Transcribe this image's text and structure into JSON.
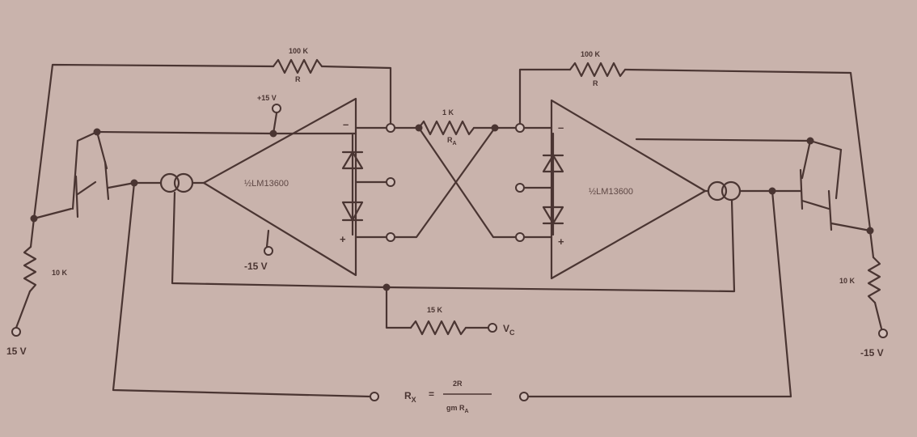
{
  "diagram": {
    "left": {
      "feedback_resistor": {
        "value": "100 K",
        "name": "R"
      },
      "supply_resistor": "10 K",
      "supply_terminal": "15 V",
      "amp_supply_pos": "+15 V",
      "amp_supply_neg": "-15 V",
      "amp_label": "½LM13600",
      "minus_pin": "–",
      "plus_pin": "+"
    },
    "right": {
      "feedback_resistor": {
        "value": "100 K",
        "name": "R"
      },
      "supply_resistor": "10 K",
      "supply_terminal": "-15 V",
      "amp_label": "½LM13600",
      "minus_pin": "–",
      "plus_pin": "+"
    },
    "center": {
      "ra_resistor": {
        "value": "1 K",
        "name": "R",
        "subscript": "A"
      },
      "control_resistor": "15 K",
      "control_terminal": {
        "name": "V",
        "subscript": "C"
      }
    },
    "formula": {
      "lhs": "R",
      "lhs_subscript": "X",
      "equals": "=",
      "numerator": "2R",
      "denominator": "gm R",
      "denominator_subscript": "A"
    }
  }
}
